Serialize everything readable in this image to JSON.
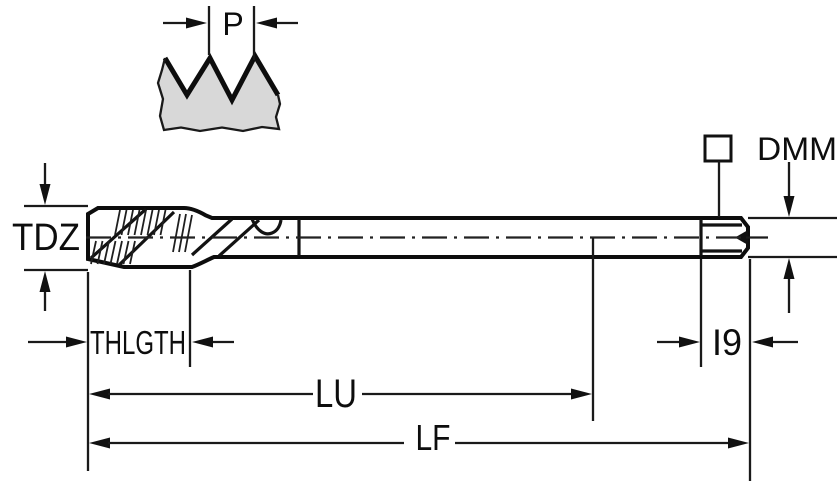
{
  "drawing": {
    "kind": "tap-dimensional-line-drawing",
    "labels": {
      "pitch": "P",
      "thread_diameter": "TDZ",
      "thread_length": "THLGTH",
      "usable_length": "LU",
      "overall_length": "LF",
      "shank_diameter": "DMM",
      "square_length": "I9"
    },
    "colors": {
      "background": "#ffffff",
      "body_fill": "#d8d8d8",
      "line": "#111111"
    }
  }
}
